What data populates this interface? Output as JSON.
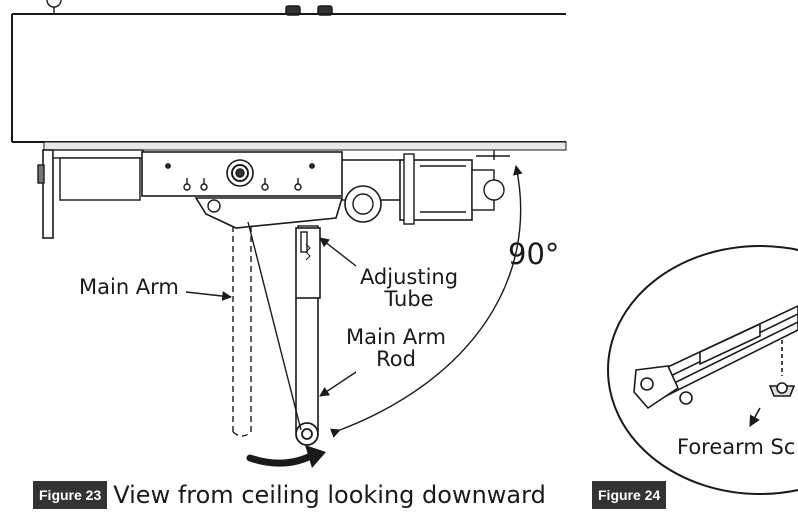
{
  "figure23": {
    "labels": {
      "main_arm": "Main Arm",
      "adjusting_tube_1": "Adjusting",
      "adjusting_tube_2": "Tube",
      "main_arm_rod_1": "Main Arm",
      "main_arm_rod_2": "Rod",
      "angle": "90°"
    },
    "caption": {
      "tag": "Figure 23",
      "text": "View from ceiling looking downward"
    }
  },
  "figure24": {
    "labels": {
      "forearm_screw": "Forearm Sc"
    },
    "caption": {
      "tag": "Figure 24"
    }
  },
  "colors": {
    "line": "#1a1a1a",
    "caption_tag_bg": "#333333",
    "caption_tag_text": "#ffffff"
  }
}
